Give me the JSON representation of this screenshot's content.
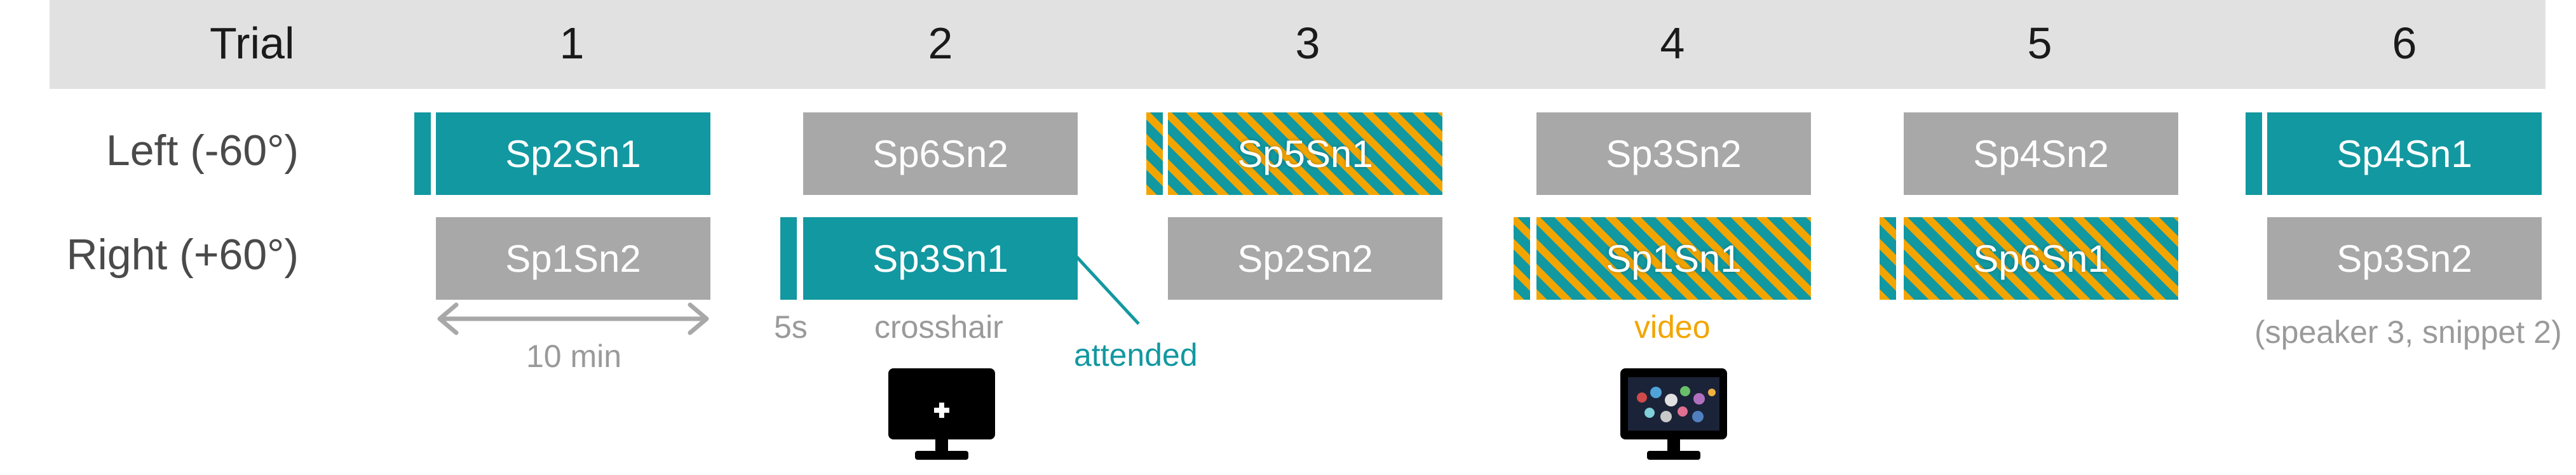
{
  "header": {
    "title": "Trial",
    "trials": [
      "1",
      "2",
      "3",
      "4",
      "5",
      "6"
    ]
  },
  "rows": {
    "left_label": "Left (-60°)",
    "right_label": "Right (+60°)"
  },
  "left_blocks": [
    "Sp2Sn1",
    "Sp6Sn2",
    "Sp5Sn1",
    "Sp3Sn2",
    "Sp4Sn2",
    "Sp4Sn1"
  ],
  "right_blocks": [
    "Sp1Sn2",
    "Sp3Sn1",
    "Sp2Sn2",
    "Sp1Sn1",
    "Sp6Sn1",
    "Sp3Sn2"
  ],
  "annotations": {
    "duration": "10 min",
    "lead": "5s",
    "crosshair": "crosshair",
    "attended": "attended",
    "video": "video",
    "speaker_note": "(speaker 3, snippet 2)"
  },
  "colors": {
    "attended": "#1298a0",
    "unattended": "#a8a8a8",
    "video": "#f2a500",
    "header_bg": "#e1e1e1"
  },
  "icons": [
    "monitor-crosshair-icon",
    "monitor-video-icon",
    "double-arrow-icon"
  ]
}
